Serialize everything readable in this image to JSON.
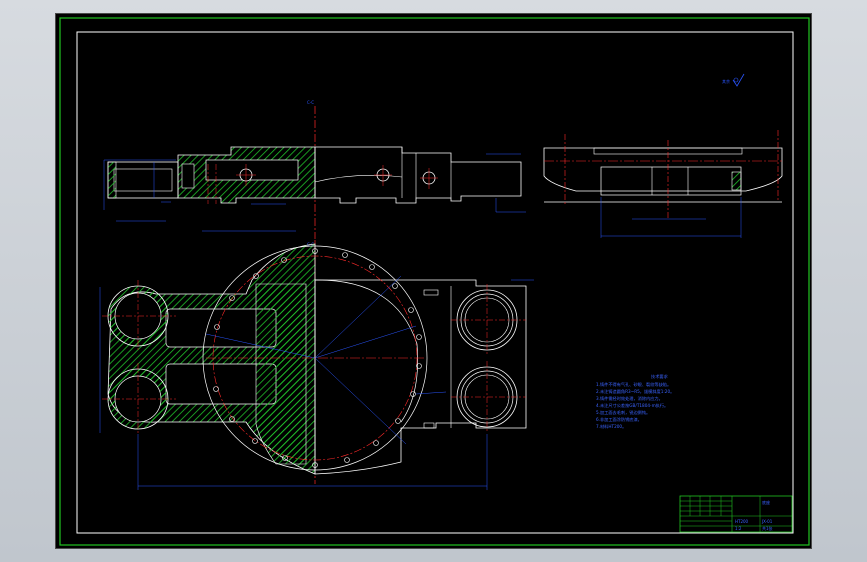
{
  "drawing": {
    "section_label": "C-C",
    "note_heading": "技术要求",
    "notes": [
      "1.铸件不得有气孔、砂眼、裂纹等缺陷。",
      "2.未注铸造圆角R3~R5，拔模斜度1:20。",
      "3.铸件需经时效处理，消除内应力。",
      "4.未注尺寸公差按GB/T1804-m执行。",
      "5.加工面去毛刺，锐边倒钝。",
      "6.非加工面涂防锈底漆。",
      "7.材料HT200。"
    ],
    "title_block": {
      "part_name": "底座",
      "drawing_number": "JX-01",
      "material": "HT200",
      "scale": "1:2",
      "sheet": "共1张"
    },
    "roughness_symbol": "其余",
    "colors": {
      "background": "#000000",
      "border_outer": "#21c521",
      "border_inner": "#ffffff",
      "outline": "#ffffff",
      "hatch": "#1fbf2a",
      "center_line": "#ff2a2a",
      "dimension": "#2a55ff"
    }
  }
}
